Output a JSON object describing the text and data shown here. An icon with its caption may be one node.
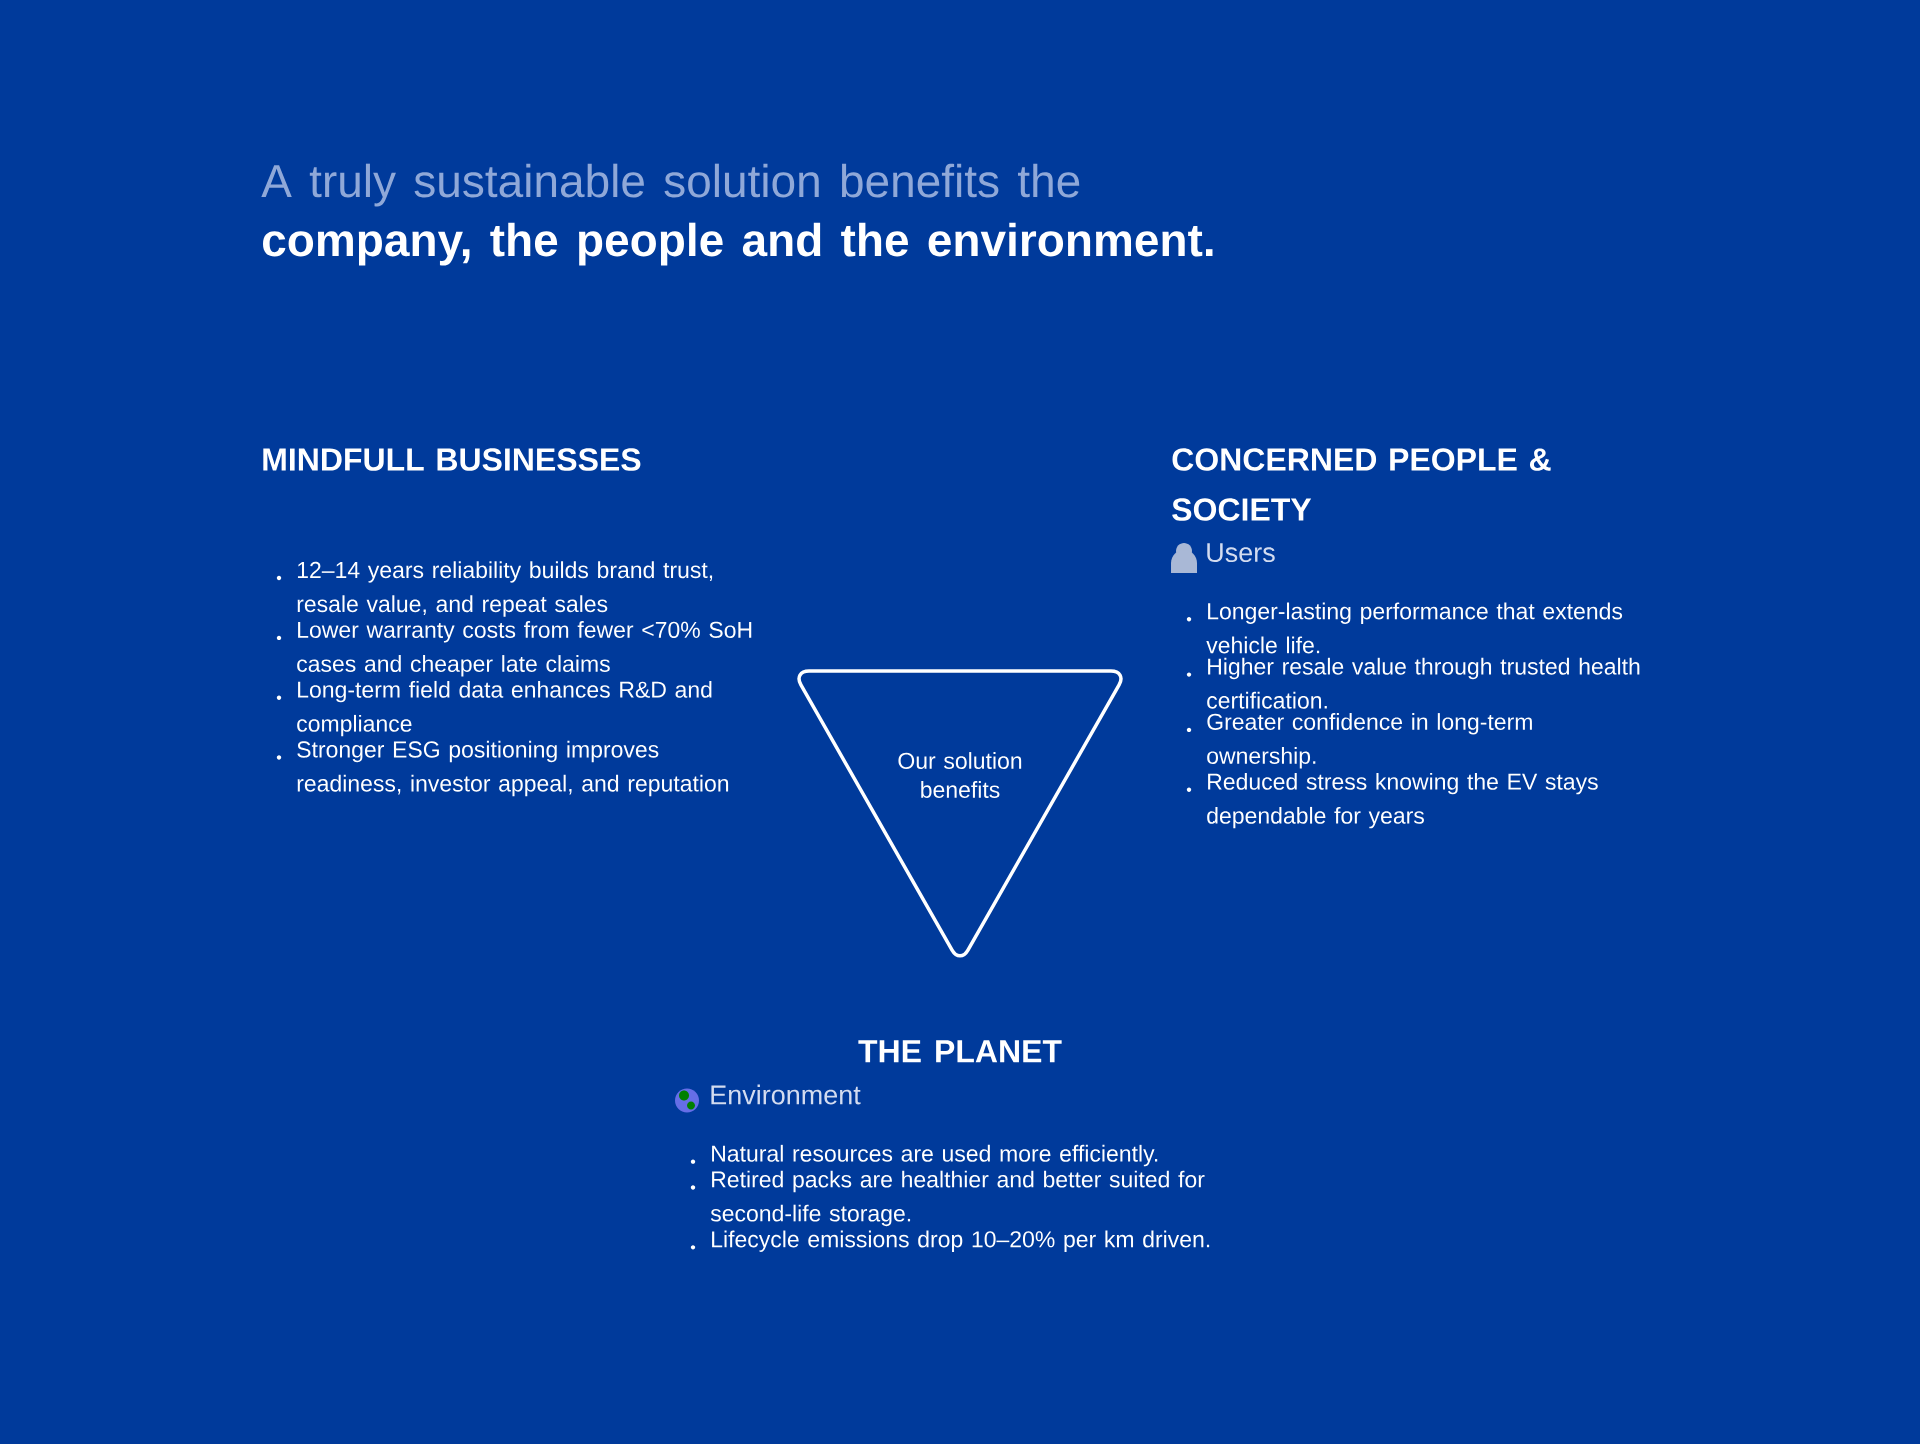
{
  "diagram": {
    "nodes": [
      {
        "text": [
          "Our solution benefits"
        ]
      }
    ],
    "labels": [
      "A truly sustainable solution benefits the",
      "company, the people and the environment.",
      "MINDFULL BUSINESSES",
      "12–14 years reliability builds brand trust, resale value, and repeat sales",
      "Lower warranty costs from fewer <70% SoH cases and cheaper late claims",
      "Long-term field data enhances R&D and compliance",
      "Stronger ESG positioning improves readiness, investor appeal, and reputation",
      "CONCERNED PEOPLE & SOCIETY",
      "Users",
      "Longer-lasting performance that extends vehicle life.",
      "Higher resale value through trusted health certification.",
      "Greater confidence in long-term ownership.",
      "Reduced stress knowing the EV stays dependable for years",
      "THE PLANET",
      "Environment",
      "Natural resources are used more efficiently.",
      "Retired packs are healthier and better suited for second-life storage.",
      "Lifecycle emissions drop 10–20% per km driven."
    ]
  }
}
